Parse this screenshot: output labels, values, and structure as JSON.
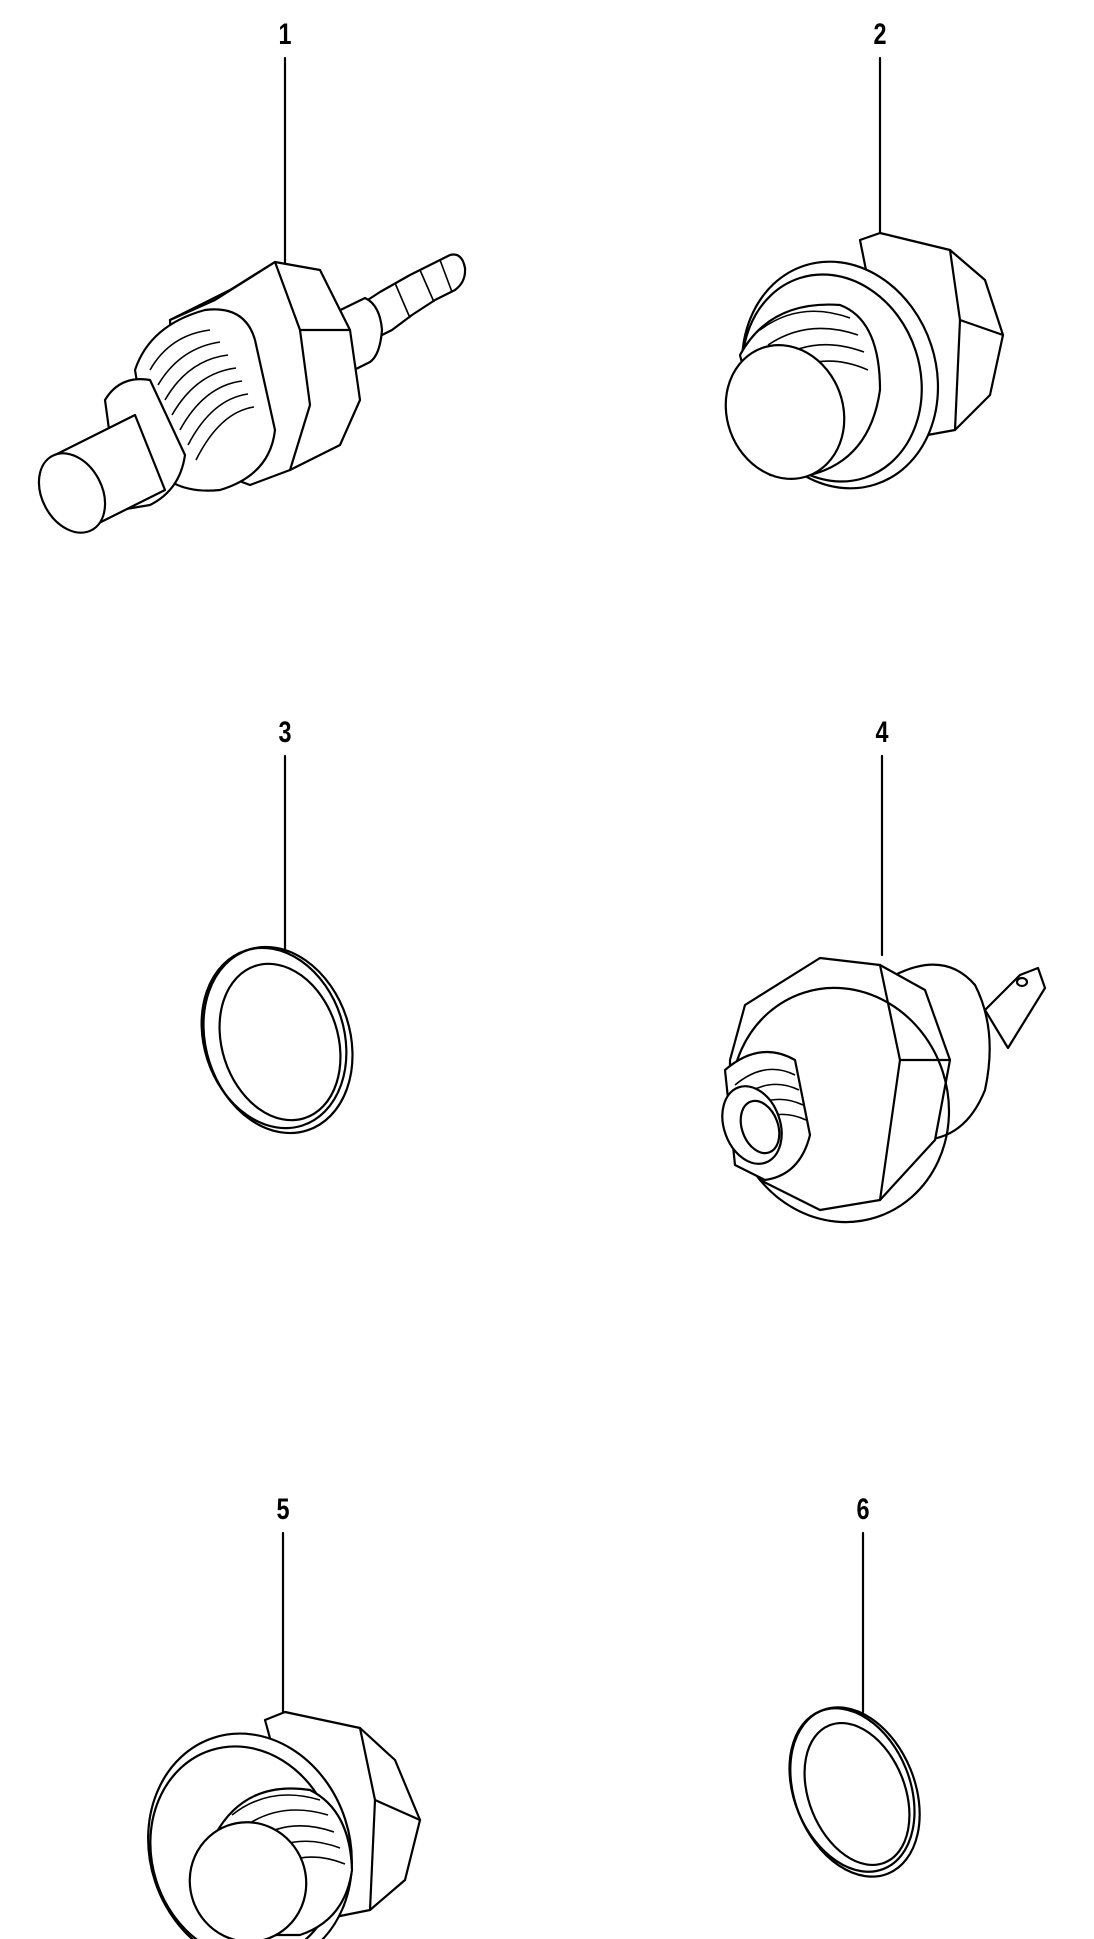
{
  "diagram": {
    "parts": [
      {
        "number": "1",
        "icon": "temperature-sensor-with-barbed-nipple-icon"
      },
      {
        "number": "2",
        "icon": "hex-drain-plug-icon"
      },
      {
        "number": "3",
        "icon": "sealing-washer-ring-icon"
      },
      {
        "number": "4",
        "icon": "pressure-switch-with-spade-terminal-icon"
      },
      {
        "number": "5",
        "icon": "hex-drain-plug-icon"
      },
      {
        "number": "6",
        "icon": "sealing-washer-ring-icon"
      }
    ],
    "line_color": "#000000",
    "background": "#ffffff"
  }
}
